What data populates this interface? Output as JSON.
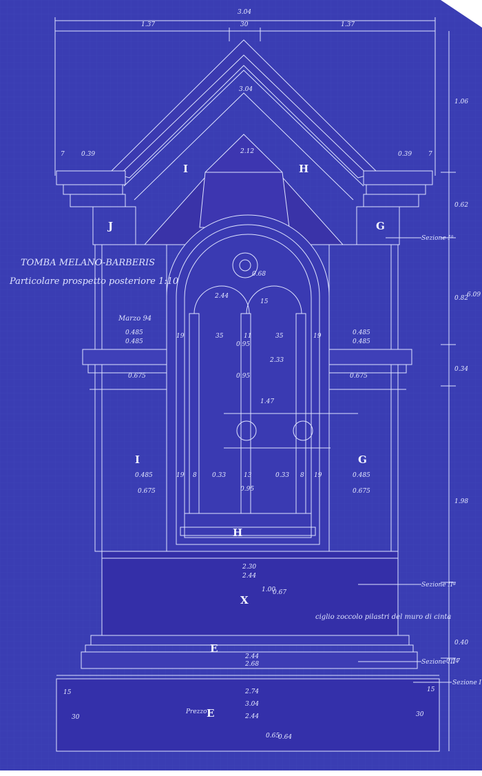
{
  "title": {
    "line1": "TOMBA MELANO-BARBERIS",
    "line2": "Particolare prospetto posteriore 1:10",
    "date": "Marzo 94"
  },
  "section_labels": {
    "s1": "Sezione Iª",
    "s2": "Sezione IIª",
    "s3": "Sezione IIIª",
    "s4": "Sezione I"
  },
  "notes": {
    "plinth": "ciglio zoccolo pilastri del muro di cinta",
    "base_word": "Prezzo"
  },
  "part_letters": {
    "J": "J",
    "I_top": "I",
    "H_top": "H",
    "G_top": "G",
    "I_side": "I",
    "G_side": "G",
    "H_bottom": "H",
    "X": "X",
    "E_upper": "E",
    "E_base": "E"
  },
  "dimensions": {
    "top_total": "3.04",
    "top_left": "1.37",
    "top_mid": "30",
    "top_right": "1.37",
    "pediment_width": "3.04",
    "pediment_inner": "2.12",
    "cornice_left": "0.39",
    "cornice_right": "0.39",
    "seven": "7",
    "right_v1": "1.06",
    "right_v2": "0.62",
    "right_v3": "0.82",
    "right_v4": "0.34",
    "right_v5": "1.98",
    "right_v6": "0.40",
    "right_total": "6.09",
    "arch_inner": "2.44",
    "arch_h": "0.68",
    "arch_h2": "15",
    "col_a": "19",
    "col_b": "35",
    "col_c": "11",
    "left_a": "0.485",
    "left_b": "0.485",
    "left_c": "0.675",
    "mid_a": "0.95",
    "mid_b": "0.95",
    "right_a": "0.485",
    "right_b": "0.485",
    "right_c": "0.675",
    "shaft_h": "1.47",
    "upper_h": "2.33",
    "low_left": "0.485",
    "low_left2": "0.675",
    "low_right": "0.485",
    "low_right2": "0.675",
    "low_19": "19",
    "low_8": "8",
    "low_033": "0.33",
    "low_13": "13",
    "low_mid": "0.95",
    "x_w1": "2.30",
    "x_w2": "2.44",
    "x_h1": "1.00",
    "x_h2": "0.67",
    "e_w1": "2.44",
    "e_w2": "2.68",
    "e_h": "0.17",
    "base_w1": "2.74",
    "base_w2": "3.04",
    "base_w3": "2.44",
    "base_h1": "0.65",
    "base_h2": "0.64",
    "base_15l": "15",
    "base_15r": "15",
    "base_30l": "30",
    "base_30r": "30"
  },
  "colors": {
    "paper": "#3d40b6",
    "paper_edge": "#2f3397",
    "line": "#dfe4ff",
    "deep": "#342fa8"
  }
}
